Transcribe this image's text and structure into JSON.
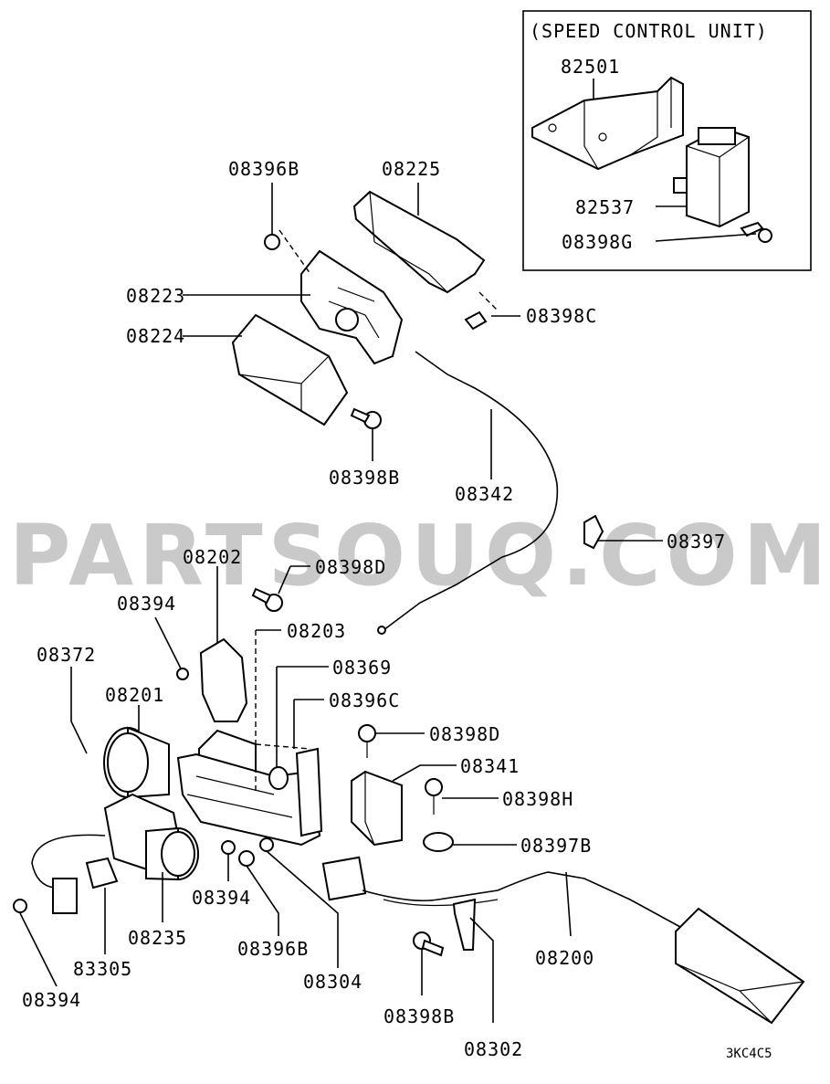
{
  "watermark": "PARTSOUQ.COM",
  "inset_title": "(SPEED CONTROL UNIT)",
  "diagram_code": "3KC4C5",
  "labels": {
    "p82501": "82501",
    "p82537": "82537",
    "p08398G": "08398G",
    "p08396B_top": "08396B",
    "p08225": "08225",
    "p08223": "08223",
    "p08224": "08224",
    "p08398C": "08398C",
    "p08398B_mid": "08398B",
    "p08342": "08342",
    "p08397": "08397",
    "p08202": "08202",
    "p08398D_top": "08398D",
    "p08394_a": "08394",
    "p08203": "08203",
    "p08372": "08372",
    "p08369": "08369",
    "p08201": "08201",
    "p08396C": "08396C",
    "p08398D_mid": "08398D",
    "p08341": "08341",
    "p08398H": "08398H",
    "p08397B": "08397B",
    "p08394_b": "08394",
    "p08235": "08235",
    "p08396B_low": "08396B",
    "p83305": "83305",
    "p08304": "08304",
    "p08200": "08200",
    "p08394_c": "08394",
    "p08398B_low": "08398B",
    "p08302": "08302"
  }
}
